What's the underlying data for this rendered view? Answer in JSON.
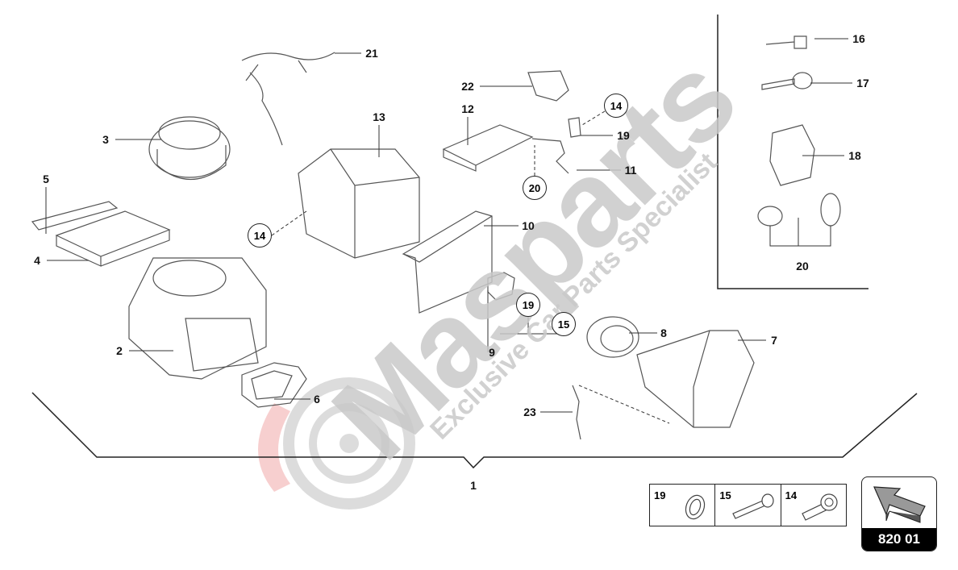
{
  "diagram": {
    "watermark": {
      "brand": "Masparts",
      "tagline": "Exclusive Car Parts Specialist"
    },
    "labels": {
      "p1": "1",
      "p2": "2",
      "p3": "3",
      "p4": "4",
      "p5": "5",
      "p6": "6",
      "p7": "7",
      "p8": "8",
      "p9": "9",
      "p10": "10",
      "p11": "11",
      "p12": "12",
      "p13": "13",
      "p16": "16",
      "p17": "17",
      "p18": "18",
      "p19": "19",
      "p20": "20",
      "p21": "21",
      "p22": "22",
      "p23": "23"
    },
    "callouts": {
      "c14a": "14",
      "c14b": "14",
      "c20": "20",
      "c19": "19",
      "c15": "15"
    },
    "fasteners": [
      {
        "number": "19",
        "icon": "washer-icon"
      },
      {
        "number": "15",
        "icon": "bolt-icon"
      },
      {
        "number": "14",
        "icon": "screw-icon"
      }
    ],
    "navigation": {
      "code": "820 01",
      "icon": "arrow-up-left-icon"
    }
  }
}
